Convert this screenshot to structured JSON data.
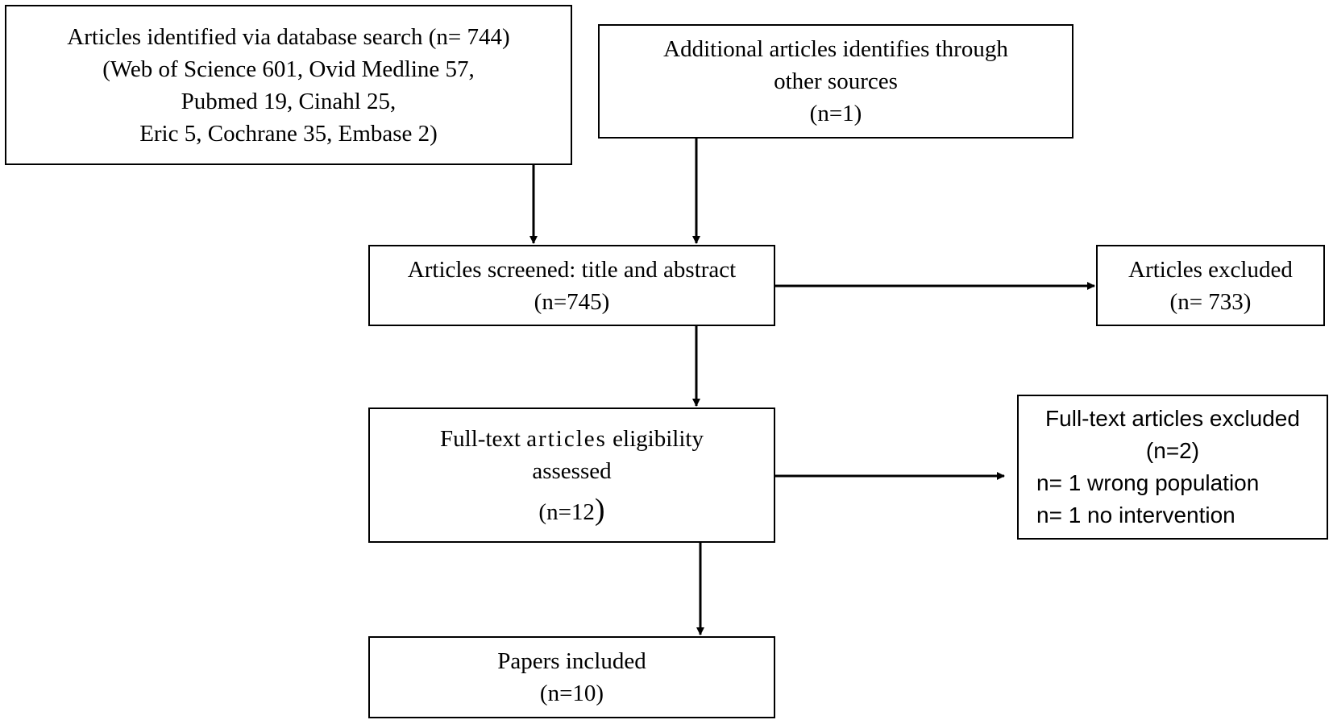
{
  "diagram": {
    "box_identified": {
      "lines": [
        "Articles identified via database search (n= 744)",
        "(Web of Science 601, Ovid Medline 57,",
        "Pubmed 19, Cinahl 25,",
        "Eric 5, Cochrane 35, Embase 2)"
      ]
    },
    "box_additional": {
      "lines": [
        "Additional articles identifies through",
        "other sources",
        "(n=1)"
      ]
    },
    "box_screened": {
      "lines": [
        "Articles screened: title and abstract",
        "(n=745)"
      ]
    },
    "box_excluded": {
      "lines": [
        "Articles excluded",
        "(n= 733)"
      ]
    },
    "box_fulltext": {
      "line1_start": "Full-text ",
      "line1_mid": "articles",
      "line1_end": " eligibility",
      "line2": "assessed",
      "line3": "(n=12",
      "line3_paren": ")"
    },
    "box_fulltext_excluded": {
      "lines": [
        "Full-text articles excluded",
        "(n=2)",
        "n= 1 wrong population",
        "n= 1 no intervention"
      ]
    },
    "box_included": {
      "lines": [
        "Papers included",
        "(n=10)"
      ]
    }
  }
}
